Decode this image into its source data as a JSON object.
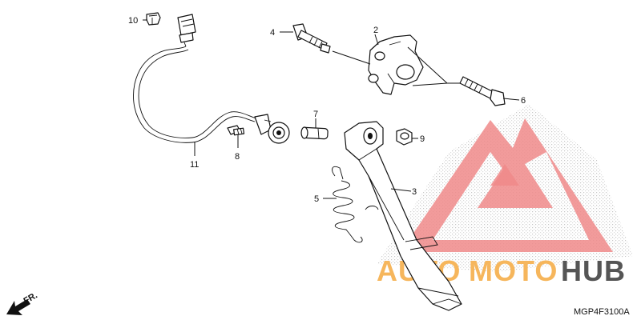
{
  "diagram": {
    "code": "MGP4F3100A",
    "direction": "FR.",
    "callouts": [
      {
        "id": "c1",
        "label": "2"
      },
      {
        "id": "c2",
        "label": "3"
      },
      {
        "id": "c3",
        "label": "4"
      },
      {
        "id": "c4",
        "label": "5"
      },
      {
        "id": "c5",
        "label": "6"
      },
      {
        "id": "c6",
        "label": "7"
      },
      {
        "id": "c7",
        "label": "8"
      },
      {
        "id": "c8",
        "label": "9"
      },
      {
        "id": "c9",
        "label": "10"
      },
      {
        "id": "c10",
        "label": "11"
      }
    ]
  },
  "watermark": {
    "left": "AUTO",
    "mid": "MOTO",
    "right": "HUB",
    "colors": {
      "red": "#f08a8a",
      "orange": "#f6b65c",
      "gray": "#555555"
    }
  }
}
